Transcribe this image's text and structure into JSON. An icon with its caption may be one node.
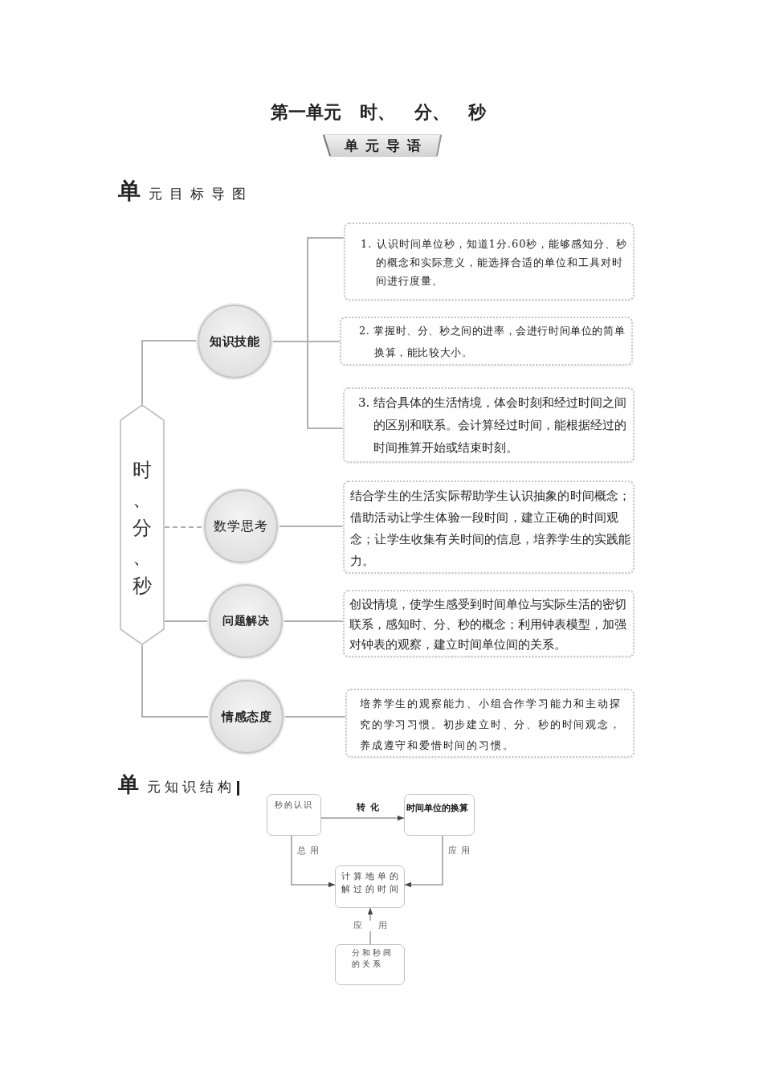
{
  "diagram": {
    "title": "第一单元 时、 分、 秒",
    "nodes": [
      {
        "text": [
          "单元导语"
        ]
      },
      {
        "text": [
          "时、分、秒"
        ]
      },
      {
        "text": [
          "知识技能"
        ]
      },
      {
        "text": [
          "1. 认识时间单位秒，知道1分.60秒，能够感知分、秒的概念和实际意义，能选择合适的单位和工具对时间进行度量。"
        ]
      },
      {
        "text": [
          "2. 掌握时、分、秒之间的进率，会进行时间单位的简单换算，能比较大小。"
        ]
      },
      {
        "text": [
          "3. 结合具体的生活情境，体会时刻和经过时间之间的区别和联系。会计算经过时间，能根据经过的时间推算开始或结束时刻。"
        ]
      },
      {
        "text": [
          "数学思考"
        ]
      },
      {
        "text": [
          "结合学生的生活实际帮助学生认识抽象的时间概念；借助活动让学生体验一段时间，建立正确的时间观念；让学生收集有关时间的信息，培养学生的实践能力。"
        ]
      },
      {
        "text": [
          "问题解决"
        ]
      },
      {
        "text": [
          "创设情境，使学生感受到时间单位与实际生活的密切联系，感知时、分、秒的概念；利用钟表模型，加强对钟表的观察，建立时间单位间的关系。"
        ]
      },
      {
        "text": [
          "情感态度"
        ]
      },
      {
        "text": [
          "培养学生的观察能力、小组合作学习能力和主动探究的学习习惯。初步建立时、分、秒的时间观念，养成遵守和爱惜时间的习惯。"
        ]
      },
      {
        "text": [
          "秒的认识"
        ]
      },
      {
        "text": [
          "时间单位的换算"
        ]
      },
      {
        "text": [
          "计算地单的解过的时间"
        ]
      },
      {
        "text": [
          "分和秒间的关系"
        ]
      }
    ],
    "edges": [
      {
        "from": 1,
        "to": 2,
        "arrow": "none"
      },
      {
        "from": 2,
        "to": 3,
        "arrow": "none"
      },
      {
        "from": 2,
        "to": 4,
        "arrow": "none"
      },
      {
        "from": 2,
        "to": 5,
        "arrow": "none"
      },
      {
        "from": 1,
        "to": 6,
        "arrow": "none",
        "style": "dashed"
      },
      {
        "from": 6,
        "to": 7,
        "arrow": "none"
      },
      {
        "from": 1,
        "to": 8,
        "arrow": "none"
      },
      {
        "from": 8,
        "to": 9,
        "arrow": "none"
      },
      {
        "from": 1,
        "to": 10,
        "arrow": "none"
      },
      {
        "from": 10,
        "to": 11,
        "arrow": "none"
      },
      {
        "from": 12,
        "to": 13,
        "arrow": "to",
        "label": "转化"
      },
      {
        "from": 12,
        "to": 14,
        "arrow": "to",
        "label": "总用"
      },
      {
        "from": 13,
        "to": 14,
        "arrow": "to",
        "label": "应用"
      },
      {
        "from": 15,
        "to": 14,
        "arrow": "to",
        "label": "应用"
      }
    ],
    "labels": [
      "**单**元目标导图",
      "**单**元知识结构"
    ]
  }
}
